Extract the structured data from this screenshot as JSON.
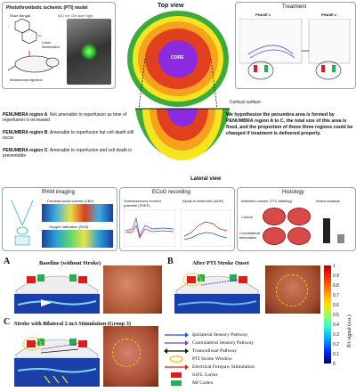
{
  "top": {
    "pti_title": "Photothrombotic ischemic (PTI) model",
    "rose_bengal": "Rose Bengal",
    "laser": "532 nm CW laser light",
    "laser_illum": "Laser illumination",
    "intravenous": "Intravenous injection",
    "top_view": "Top view",
    "core": "CORE",
    "cortical_surface": "Cortical surface",
    "lateral_view": "Lateral view",
    "treatment": "Treatment",
    "phase1": "PHASE 1",
    "phase2": "PHASE 2",
    "penumbra_a_name": "PENUMBRA region A",
    "penumbra_a_text": ": Not amenable to reperfusion as time of reperfusion is increased",
    "penumbra_b_name": "PENUMBRA region B",
    "penumbra_b_text": ": Amenable to reperfusion but cell death still occur",
    "penumbra_c_name": "PENUMBRA region C",
    "penumbra_c_text": ": Amenable to reperfusion and cell death is preventable",
    "hypothesis": "We hypothesize the penumbra area is formed by PENUMBRA region A to C, the total size of this area is fixed, and the proportion of these three regions could be changed if treatment is delivered properly.",
    "fpam_title": "fPAM imaging",
    "cbv": "Cerebral blood volume (CBV)",
    "so2": "Oxygen saturation (SO2)",
    "ecog_title": "ECoG recording",
    "ssep": "Somatosensory evoked potential (SSEP)",
    "adr": "Alpha-to-delta ratio (ADR)",
    "histology_title": "Histology",
    "ttc": "Infarction volume (TTC staining)",
    "infarct": "Infarct analysis",
    "control": "Control",
    "contralateral": "Contralateral stimulation"
  },
  "panels": {
    "a_label": "A",
    "a_title": "Baseline (without Stroke)",
    "b_label": "B",
    "b_title": "After PTI Stroke Onset",
    "c_label": "C",
    "c_title": "Stroke with Bilateral 2 mA Stimulation (Group 3)",
    "colorbar_label": "PA signal (a.u.)",
    "colorbar_ticks": [
      "1",
      "0.9",
      "0.8",
      "0.7",
      "0.6",
      "0.5",
      "0.4",
      "0.3",
      "0.2",
      "0.1",
      "0"
    ]
  },
  "legend": [
    {
      "label": "Ipsilateral Sensory Pathway",
      "color": "#1d4fd8"
    },
    {
      "label": "Contralateral Sensory Pathway",
      "color": "#7b3fb0"
    },
    {
      "label": "Transcallosal Pathway",
      "color": "#111111"
    },
    {
      "label": "PTI Stroke Window",
      "color": "#f2c318"
    },
    {
      "label": "Electrical Forepaw Stimulation",
      "color": "#e01b1b"
    },
    {
      "label": "S1FL Cortex",
      "color": "#e01b1b"
    },
    {
      "label": "MI Cortex",
      "color": "#22b14c"
    }
  ],
  "colors": {
    "core": "#8a2be2",
    "region_a": "#e0401e",
    "region_b": "#f6a21e",
    "region_c": "#f6e51e",
    "outer": "#3cab3c"
  }
}
